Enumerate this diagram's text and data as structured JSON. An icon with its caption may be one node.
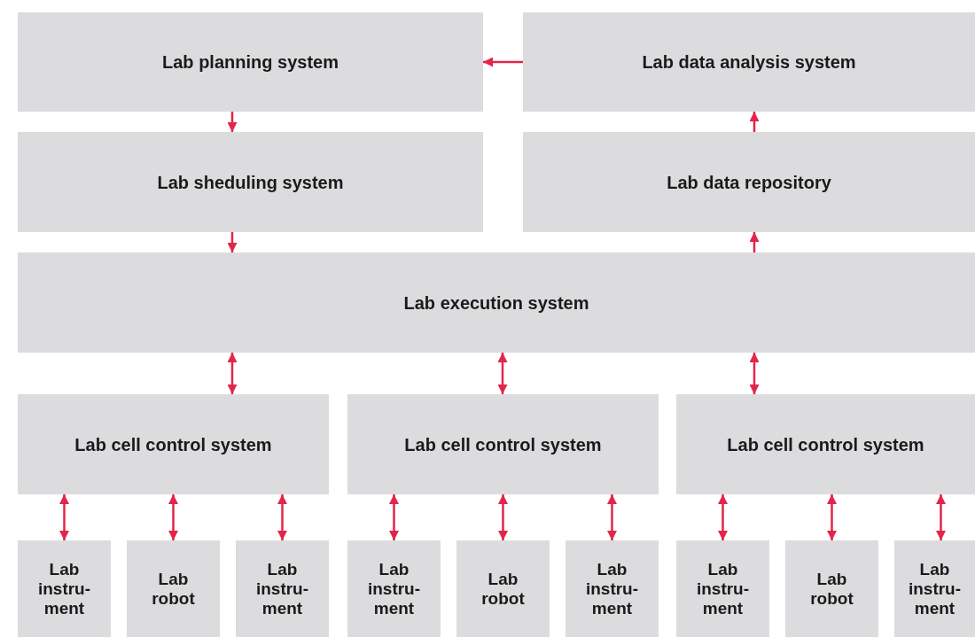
{
  "diagram": {
    "nodes": [
      {
        "text": [
          "Lab planning system"
        ]
      },
      {
        "text": [
          "Lab data analysis system"
        ]
      },
      {
        "text": [
          "Lab sheduling system"
        ]
      },
      {
        "text": [
          "Lab data repository"
        ]
      },
      {
        "text": [
          "Lab execution system"
        ]
      },
      {
        "text": [
          "Lab cell control system"
        ]
      },
      {
        "text": [
          "Lab cell control system"
        ]
      },
      {
        "text": [
          "Lab cell control system"
        ]
      },
      {
        "text": [
          "Lab instru- ment"
        ]
      },
      {
        "text": [
          "Lab robot"
        ]
      },
      {
        "text": [
          "Lab instru- ment"
        ]
      },
      {
        "text": [
          "Lab instru- ment"
        ]
      },
      {
        "text": [
          "Lab robot"
        ]
      },
      {
        "text": [
          "Lab instru- ment"
        ]
      },
      {
        "text": [
          "Lab instru- ment"
        ]
      },
      {
        "text": [
          "Lab robot"
        ]
      },
      {
        "text": [
          "Lab instru- ment"
        ]
      }
    ],
    "edges": [
      {
        "from": 1,
        "to": 0,
        "arrow": "to"
      },
      {
        "from": 0,
        "to": 2,
        "arrow": "to"
      },
      {
        "from": 2,
        "to": 4,
        "arrow": "to"
      },
      {
        "from": 4,
        "to": 3,
        "arrow": "to"
      },
      {
        "from": 3,
        "to": 1,
        "arrow": "to"
      },
      {
        "from": 4,
        "to": 5,
        "arrow": "both"
      },
      {
        "from": 4,
        "to": 6,
        "arrow": "both"
      },
      {
        "from": 4,
        "to": 7,
        "arrow": "both"
      },
      {
        "from": 5,
        "to": 8,
        "arrow": "both"
      },
      {
        "from": 5,
        "to": 9,
        "arrow": "both"
      },
      {
        "from": 5,
        "to": 10,
        "arrow": "both"
      },
      {
        "from": 6,
        "to": 11,
        "arrow": "both"
      },
      {
        "from": 6,
        "to": 12,
        "arrow": "both"
      },
      {
        "from": 6,
        "to": 13,
        "arrow": "both"
      },
      {
        "from": 7,
        "to": 14,
        "arrow": "both"
      },
      {
        "from": 7,
        "to": 15,
        "arrow": "both"
      },
      {
        "from": 7,
        "to": 16,
        "arrow": "both"
      }
    ]
  }
}
